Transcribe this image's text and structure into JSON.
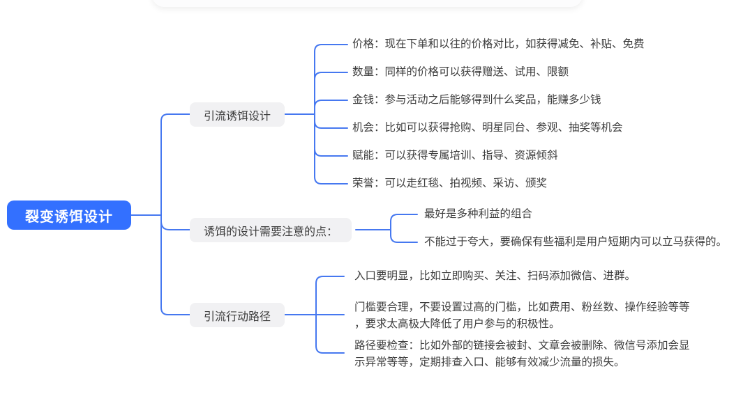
{
  "colors": {
    "accent": "#4678f0",
    "root-fill": "#3370ff",
    "branch-fill": "#f1f1f3",
    "text": "#3d3d3d",
    "root-text": "#ffffff"
  },
  "root": {
    "label": "裂变诱饵设计"
  },
  "branches": [
    {
      "label": "引流诱饵设计",
      "children": [
        {
          "lines": [
            "价格：现在下单和以往的价格对比，如获得减免、补贴、免费"
          ]
        },
        {
          "lines": [
            "数量：同样的价格可以获得赠送、试用、限额"
          ]
        },
        {
          "lines": [
            "金钱：参与活动之后能够得到什么奖品，能赚多少钱"
          ]
        },
        {
          "lines": [
            "机会：比如可以获得抢购、明星同台、参观、抽奖等机会"
          ]
        },
        {
          "lines": [
            "赋能：可以获得专属培训、指导、资源倾斜"
          ]
        },
        {
          "lines": [
            "荣誉：可以走红毯、拍视频、采访、颁奖"
          ]
        }
      ]
    },
    {
      "label": "诱饵的设计需要注意的点：",
      "children": [
        {
          "lines": [
            "最好是多种利益的组合"
          ]
        },
        {
          "lines": [
            "不能过于夸大，要确保有些福利是用户短期内可以立马获得的。"
          ]
        }
      ]
    },
    {
      "label": "引流行动路径",
      "children": [
        {
          "lines": [
            "入口要明显，比如立即购买、关注、扫码添加微信、进群。"
          ]
        },
        {
          "lines": [
            "门槛要合理，不要设置过高的门槛，比如费用、粉丝数、操作经验等等",
            "，要求太高极大降低了用户参与的积极性。"
          ]
        },
        {
          "lines": [
            "路径要检查：比如外部的链接会被封、文章会被删除、微信号添加会显",
            "示异常等等，定期排查入口、能够有效减少流量的损失。"
          ]
        }
      ]
    }
  ]
}
